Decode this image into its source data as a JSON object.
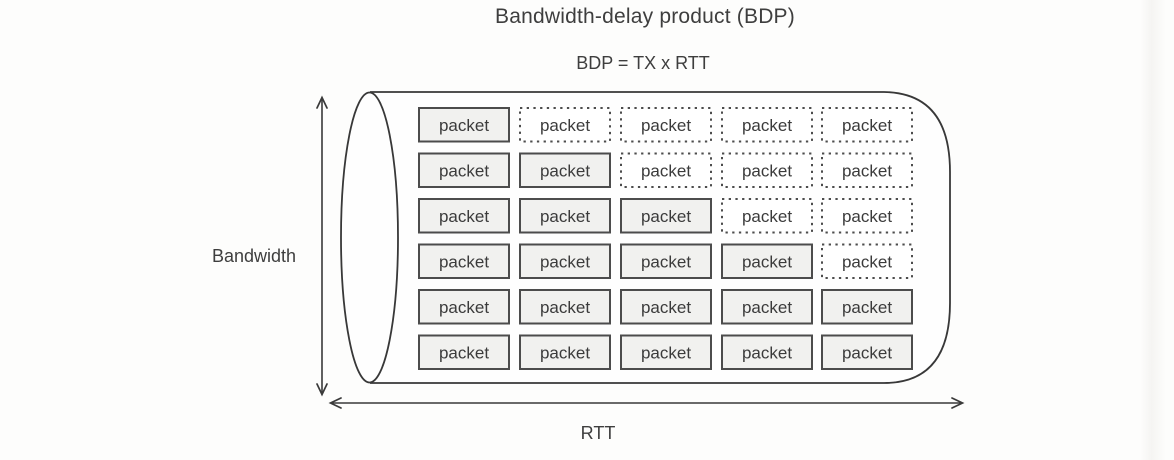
{
  "header": {
    "title": "Bandwidth-delay product (BDP)",
    "formula": "BDP = TX x RTT"
  },
  "diagram": {
    "bandwidth_label": "Bandwidth",
    "rtt_label": "RTT",
    "packet_label": "packet",
    "pipe": "cylinder",
    "grid": {
      "rows": 6,
      "cols": 5,
      "cell_styles": [
        [
          "solid",
          "dotted",
          "dotted",
          "dotted",
          "dotted"
        ],
        [
          "solid",
          "solid",
          "dotted",
          "dotted",
          "dotted"
        ],
        [
          "solid",
          "solid",
          "solid",
          "dotted",
          "dotted"
        ],
        [
          "solid",
          "solid",
          "solid",
          "solid",
          "dotted"
        ],
        [
          "solid",
          "solid",
          "solid",
          "solid",
          "solid"
        ],
        [
          "solid",
          "solid",
          "solid",
          "solid",
          "solid"
        ]
      ]
    },
    "colors": {
      "ink": "#3a3a3a",
      "box_border": "#4c4c4c",
      "solid_box_fill": "#f1f1ef",
      "dotted_box_fill": "#ffffff",
      "pipe_fill": "#fefefe",
      "text": "#3b3b3b"
    }
  }
}
